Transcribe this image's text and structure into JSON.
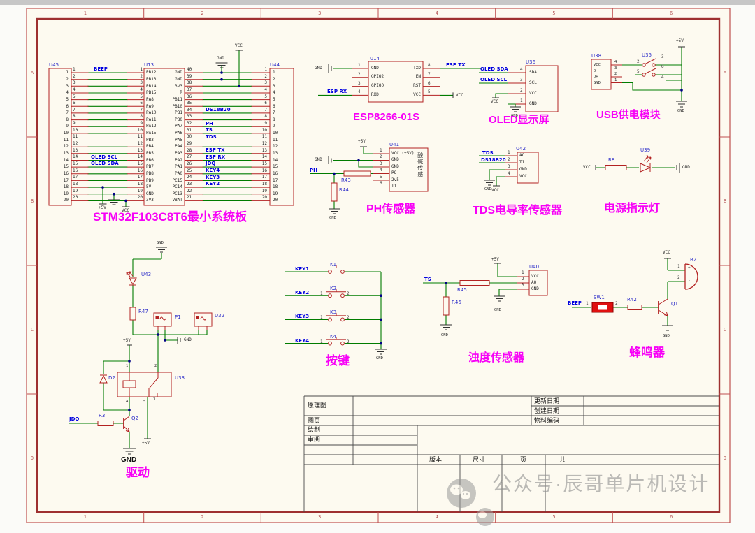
{
  "frame": {
    "cols": [
      "1",
      "2",
      "3",
      "4",
      "5",
      "6"
    ],
    "rows": [
      "A",
      "B",
      "C",
      "D"
    ]
  },
  "power": {
    "gnd": "GND",
    "vcc": "VCC",
    "p5v": "+5V"
  },
  "stm32": {
    "title": "STM32F103C8T6最小系统板",
    "u45": "U45",
    "u13": "U13",
    "u44": "U44",
    "pins20": [
      "1",
      "2",
      "3",
      "4",
      "5",
      "6",
      "7",
      "8",
      "9",
      "10",
      "11",
      "12",
      "13",
      "14",
      "15",
      "16",
      "17",
      "18",
      "19",
      "20"
    ],
    "u13_left_names": [
      "PB12",
      "PB13",
      "PB14",
      "PB15",
      "PA8",
      "PA9",
      "PA10",
      "PA11",
      "PA12",
      "PA15",
      "PB3",
      "PB4",
      "PB5",
      "PB6",
      "PB7",
      "PB8",
      "PB9",
      "5V",
      "GND",
      "3V3"
    ],
    "u13_right_names": [
      "GND",
      "GND",
      "3V3",
      "R",
      "PB11",
      "PB10",
      "PB1",
      "PB0",
      "PA7",
      "PA6",
      "PA5",
      "PA4",
      "PA3",
      "PA2",
      "PA1",
      "PA0",
      "PC15",
      "PC14",
      "PC13",
      "VBAT"
    ],
    "u13_right_nums": [
      "40",
      "39",
      "38",
      "37",
      "36",
      "35",
      "34",
      "33",
      "32",
      "31",
      "30",
      "29",
      "28",
      "27",
      "26",
      "25",
      "24",
      "23",
      "22",
      "21"
    ],
    "nets": {
      "beep": "BEEP",
      "oled_scl": "OLED SCL",
      "oled_sda": "OLED SDA",
      "ds18b20": "DS18B20",
      "ph": "PH",
      "ts": "TS",
      "tds": "TDS",
      "esp_tx": "ESP TX",
      "esp_rx": "ESP RX",
      "jdq": "JDQ",
      "key4": "KEY4",
      "key3": "KEY3",
      "key2": "KEY2"
    }
  },
  "esp": {
    "ref": "U14",
    "title": "ESP8266-01S",
    "left": [
      {
        "n": "1",
        "name": "GND"
      },
      {
        "n": "2",
        "name": "GPIO2"
      },
      {
        "n": "3",
        "name": "GPIO0"
      },
      {
        "n": "4",
        "name": "RXD"
      }
    ],
    "right": [
      {
        "n": "8",
        "name": "TXD"
      },
      {
        "n": "7",
        "name": "EN"
      },
      {
        "n": "6",
        "name": "RST"
      },
      {
        "n": "5",
        "name": "VCC"
      }
    ],
    "net_tx": "ESP TX",
    "net_rx": "ESP RX"
  },
  "oled": {
    "ref": "U36",
    "title": "OLED显示屏",
    "pins": [
      {
        "n": "4",
        "name": "SDA"
      },
      {
        "n": "3",
        "name": "SCL"
      },
      {
        "n": "2",
        "name": "VCC"
      },
      {
        "n": "1",
        "name": "GND"
      }
    ],
    "net_sda": "OLED SDA",
    "net_scl": "OLED SCL"
  },
  "usb": {
    "u38": "U38",
    "u35": "U35",
    "title": "USB供电模块",
    "pins": [
      {
        "n": "4",
        "name": "VCC"
      },
      {
        "n": "3",
        "name": "D-"
      },
      {
        "n": "2",
        "name": "D+"
      },
      {
        "n": "1",
        "name": "GND"
      }
    ],
    "sw": [
      "2",
      "3",
      "5",
      "6",
      "4"
    ]
  },
  "ph": {
    "ref": "U41",
    "r43": "R43",
    "r44": "R44",
    "title": "PH传感器",
    "inner": "酸碱传感",
    "net": "PH",
    "pins": [
      {
        "n": "1",
        "name": "VCC (+5V)"
      },
      {
        "n": "2",
        "name": "GND"
      },
      {
        "n": "3",
        "name": "GND"
      },
      {
        "n": "4",
        "name": "PO"
      },
      {
        "n": "5",
        "name": "2v5"
      },
      {
        "n": "6",
        "name": "T1"
      }
    ]
  },
  "tds": {
    "ref": "U42",
    "title": "TDS电导率传感器",
    "net_tds": "TDS",
    "net_ds": "DS18B20",
    "pins": [
      {
        "n": "1",
        "name": "AO"
      },
      {
        "n": "2",
        "name": "T1"
      },
      {
        "n": "3",
        "name": "GND"
      },
      {
        "n": "4",
        "name": "VCC"
      }
    ]
  },
  "pwrled": {
    "r8": "R8",
    "u39": "U39",
    "title": "电源指示灯"
  },
  "keys": {
    "title": "按键",
    "rows": [
      {
        "ref": "K1",
        "net": "KEY1",
        "p1": "",
        "p2": ""
      },
      {
        "ref": "K2",
        "net": "KEY2",
        "p1": "1",
        "p2": "2"
      },
      {
        "ref": "K3",
        "net": "KEY3",
        "p1": "1",
        "p2": "2"
      },
      {
        "ref": "K4",
        "net": "KEY4",
        "p1": "1",
        "p2": "2"
      }
    ]
  },
  "turb": {
    "ref": "U40",
    "r45": "R45",
    "r46": "R46",
    "title": "浊度传感器",
    "net": "TS",
    "pins": [
      {
        "n": "1",
        "name": "VCC"
      },
      {
        "n": "2",
        "name": "AO"
      },
      {
        "n": "3",
        "name": "GND"
      }
    ]
  },
  "buzzer": {
    "sw1": "SW1",
    "r42": "R42",
    "q1": "Q1",
    "b2": "B2",
    "title": "蜂鸣器",
    "net": "BEEP",
    "sw_p1": "1",
    "sw_p2": "2",
    "p1": "1",
    "p2": "2",
    "plus": "+",
    "minus": "-"
  },
  "driver": {
    "u43": "U43",
    "r47": "R47",
    "p1": "P1",
    "u32": "U32",
    "u33": "U33",
    "d2": "D2",
    "r3": "R3",
    "q2": "Q2",
    "title": "驱动",
    "net": "JDQ",
    "gnd_big": "GND",
    "relay_pins": [
      "1",
      "2",
      "4",
      "5",
      "3"
    ]
  },
  "title_block": {
    "schematic": "原理图",
    "sheet": "图页",
    "drawn": "绘制",
    "review": "审阅",
    "updated": "更新日期",
    "created": "创建日期",
    "part": "物料编码",
    "version": "版本",
    "size": "尺寸",
    "page": "页",
    "total": "共"
  },
  "watermark": {
    "text": "公众号·辰哥单片机设计"
  }
}
